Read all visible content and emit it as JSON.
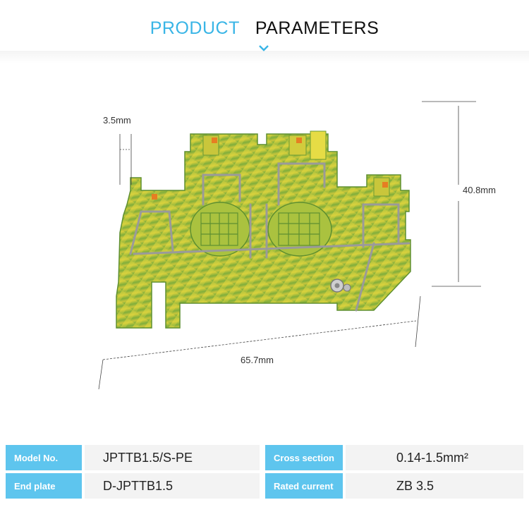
{
  "header": {
    "title_part1": "PRODUCT",
    "title_part2": "PARAMETERS"
  },
  "dimensions": {
    "width_small": "3.5mm",
    "height": "40.8mm",
    "length": "65.7mm"
  },
  "colors": {
    "accent": "#39b5e6",
    "label_bg": "#5ec5ee",
    "value_bg": "#f3f3f3",
    "terminal_yellow": "#d9cf3a",
    "terminal_green": "#6fae3e"
  },
  "specs": {
    "model_label": "Model No.",
    "model_value": "JPTTB1.5/S-PE",
    "cross_label": "Cross section",
    "cross_value": "0.14-1.5mm²",
    "endplate_label": "End plate",
    "endplate_value": "D-JPTTB1.5",
    "current_label": "Rated current",
    "current_value": "ZB 3.5"
  }
}
